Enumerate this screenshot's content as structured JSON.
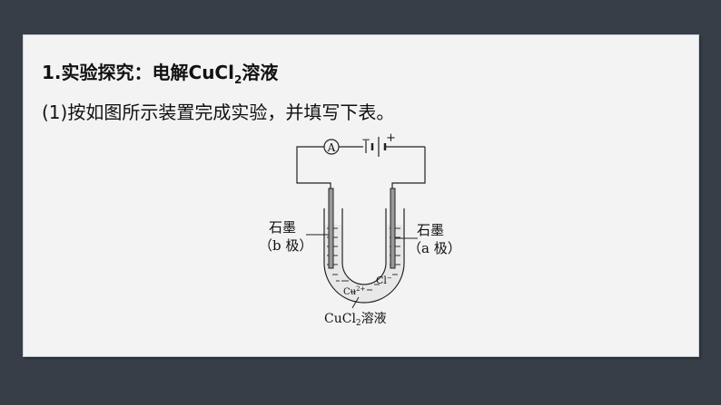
{
  "heading": {
    "prefix": "1.实验探究：电解CuCl",
    "sub": "2",
    "suffix": "溶液"
  },
  "instruction": "(1)按如图所示装置完成实验，并填写下表。",
  "diagram": {
    "ammeter": "A",
    "battery_minus": "−",
    "battery_plus": "+",
    "left_electrode": {
      "line1": "石墨",
      "line2": "（b 极）"
    },
    "right_electrode": {
      "line1": "石墨",
      "line2": "（a 极）"
    },
    "ion_cu": "Cu",
    "ion_cu_charge": "2+",
    "ion_cl": "Cl",
    "ion_cl_charge": "−",
    "solution_prefix": "CuCl",
    "solution_sub": "2",
    "solution_suffix": "溶液"
  }
}
